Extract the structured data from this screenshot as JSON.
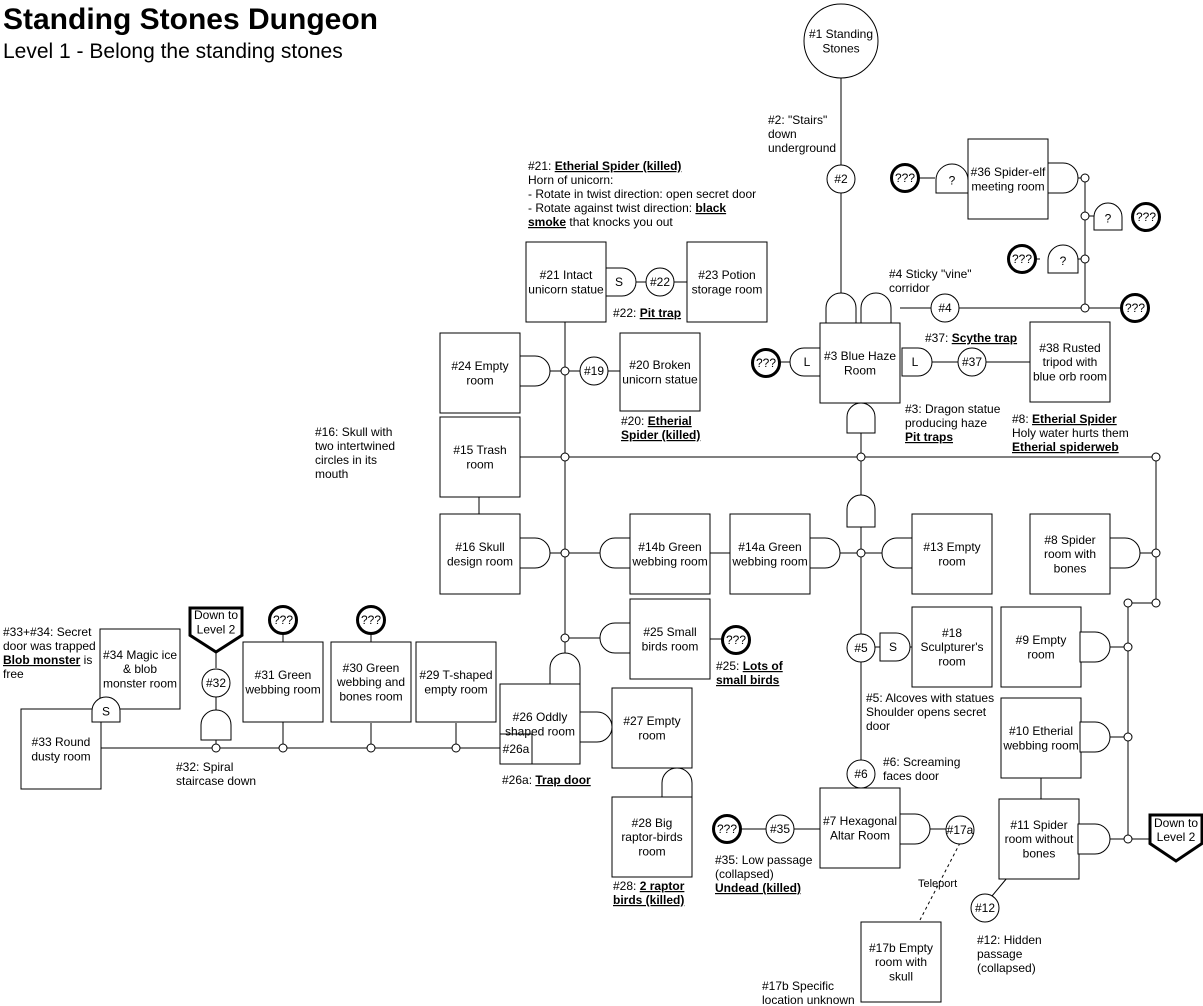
{
  "title": "Standing Stones Dungeon",
  "subtitle": "Level 1 - Belong the standing stones",
  "rooms": [
    {
      "id": "r21",
      "lines": [
        "#21 Intact",
        "unicorn statue"
      ]
    },
    {
      "id": "r23",
      "lines": [
        "#23 Potion",
        "storage room"
      ]
    },
    {
      "id": "r24",
      "lines": [
        "#24 Empty",
        "room"
      ]
    },
    {
      "id": "r20",
      "lines": [
        "#20 Broken",
        "unicorn statue"
      ]
    },
    {
      "id": "r15",
      "lines": [
        "#15 Trash",
        "room"
      ]
    },
    {
      "id": "r16",
      "lines": [
        "#16 Skull",
        "design room"
      ]
    },
    {
      "id": "r14b",
      "lines": [
        "#14b Green",
        "webbing room"
      ]
    },
    {
      "id": "r14a",
      "lines": [
        "#14a Green",
        "webbing room"
      ]
    },
    {
      "id": "r13",
      "lines": [
        "#13 Empty",
        "room"
      ]
    },
    {
      "id": "r25",
      "lines": [
        "#25 Small",
        "birds room"
      ]
    },
    {
      "id": "r3",
      "lines": [
        "#3 Blue Haze",
        "Room"
      ]
    },
    {
      "id": "r36",
      "lines": [
        "#36 Spider-elf",
        "meeting room"
      ]
    },
    {
      "id": "r38",
      "lines": [
        "#38 Rusted",
        "tripod with",
        "blue orb room"
      ]
    },
    {
      "id": "r8",
      "lines": [
        "#8 Spider",
        "room with",
        "bones"
      ]
    },
    {
      "id": "r18",
      "lines": [
        "#18",
        "Sculpturer's",
        "room"
      ]
    },
    {
      "id": "r9",
      "lines": [
        "#9 Empty",
        "room"
      ]
    },
    {
      "id": "r10",
      "lines": [
        "#10 Etherial",
        "webbing room"
      ]
    },
    {
      "id": "r11",
      "lines": [
        "#11 Spider",
        "room without",
        "bones"
      ]
    },
    {
      "id": "r7",
      "lines": [
        "#7 Hexagonal",
        "Altar Room"
      ]
    },
    {
      "id": "r17b",
      "lines": [
        "#17b Empty",
        "room with",
        "skull"
      ]
    },
    {
      "id": "r26",
      "lines": [
        "#26 Oddly",
        "shaped room"
      ]
    },
    {
      "id": "r26a",
      "lines": [
        "#26a"
      ]
    },
    {
      "id": "r27",
      "lines": [
        "#27 Empty",
        "room"
      ]
    },
    {
      "id": "r28",
      "lines": [
        "#28 Big",
        "raptor-birds",
        "room"
      ]
    },
    {
      "id": "r29",
      "lines": [
        "#29 T-shaped",
        "empty room"
      ]
    },
    {
      "id": "r30",
      "lines": [
        "#30 Green",
        "webbing and",
        "bones room"
      ]
    },
    {
      "id": "r31",
      "lines": [
        "#31 Green",
        "webbing room"
      ]
    },
    {
      "id": "r34",
      "lines": [
        "#34 Magic ice",
        "& blob",
        "monster room"
      ]
    },
    {
      "id": "r33",
      "lines": [
        "#33 Round",
        "dusty room"
      ]
    }
  ],
  "circles": [
    {
      "id": "c1",
      "lines": [
        "#1 Standing",
        "Stones"
      ]
    },
    {
      "id": "c2",
      "lines": [
        "#2"
      ]
    },
    {
      "id": "c4",
      "lines": [
        "#4"
      ]
    },
    {
      "id": "c22",
      "lines": [
        "#22"
      ]
    },
    {
      "id": "c19",
      "lines": [
        "#19"
      ]
    },
    {
      "id": "c37",
      "lines": [
        "#37"
      ]
    },
    {
      "id": "c5",
      "lines": [
        "#5"
      ]
    },
    {
      "id": "c6",
      "lines": [
        "#6"
      ]
    },
    {
      "id": "c17a",
      "lines": [
        "#17a"
      ]
    },
    {
      "id": "c35",
      "lines": [
        "#35"
      ]
    },
    {
      "id": "c12",
      "lines": [
        "#12"
      ]
    },
    {
      "id": "c32",
      "lines": [
        "#32"
      ]
    }
  ],
  "unknowns": "???",
  "door_labels": {
    "secret": "S",
    "locked": "L",
    "unknown": "?"
  },
  "pentagons": [
    "Down to Level 2",
    "Down to Level 2"
  ],
  "notes": [
    {
      "id": "n2",
      "lines": [
        [
          {
            "t": "#2: \"Stairs\""
          }
        ],
        [
          {
            "t": "down"
          }
        ],
        [
          {
            "t": "underground"
          }
        ]
      ]
    },
    {
      "id": "n21",
      "lines": [
        [
          {
            "t": "#21: "
          },
          {
            "t": "Etherial Spider (killed)",
            "b": 1
          }
        ],
        [
          {
            "t": "Horn of unicorn:"
          }
        ],
        [
          {
            "t": "- Rotate in twist direction: open secret door"
          }
        ],
        [
          {
            "t": "- Rotate against twist direction: "
          },
          {
            "t": "black",
            "b": 1
          }
        ],
        [
          {
            "t": "smoke",
            "b": 1
          },
          {
            "t": " that knocks you out"
          }
        ]
      ]
    },
    {
      "id": "n22",
      "lines": [
        [
          {
            "t": "#22: "
          },
          {
            "t": "Pit trap",
            "b": 1
          }
        ]
      ]
    },
    {
      "id": "n4",
      "lines": [
        [
          {
            "t": "#4 Sticky \"vine\""
          }
        ],
        [
          {
            "t": "corridor"
          }
        ]
      ]
    },
    {
      "id": "n37",
      "lines": [
        [
          {
            "t": "#37: "
          },
          {
            "t": "Scythe trap",
            "b": 1
          }
        ]
      ]
    },
    {
      "id": "n3",
      "lines": [
        [
          {
            "t": "#3: Dragon statue"
          }
        ],
        [
          {
            "t": "producing haze"
          }
        ],
        [
          {
            "t": "Pit traps",
            "b": 1
          }
        ]
      ]
    },
    {
      "id": "n8",
      "lines": [
        [
          {
            "t": "#8: "
          },
          {
            "t": "Etherial Spider",
            "b": 1
          }
        ],
        [
          {
            "t": "Holy water hurts them"
          }
        ],
        [
          {
            "t": "Etherial spiderweb",
            "b": 1
          }
        ]
      ]
    },
    {
      "id": "n20",
      "lines": [
        [
          {
            "t": "#20: "
          },
          {
            "t": "Etherial",
            "b": 1
          }
        ],
        [
          {
            "t": "Spider (killed)",
            "b": 1
          }
        ]
      ]
    },
    {
      "id": "n16",
      "lines": [
        [
          {
            "t": "#16: Skull with"
          }
        ],
        [
          {
            "t": "two intertwined"
          }
        ],
        [
          {
            "t": "circles in its"
          }
        ],
        [
          {
            "t": "mouth"
          }
        ]
      ]
    },
    {
      "id": "n25",
      "lines": [
        [
          {
            "t": "#25: "
          },
          {
            "t": "Lots of",
            "b": 1
          }
        ],
        [
          {
            "t": "small birds",
            "b": 1
          }
        ]
      ]
    },
    {
      "id": "n5",
      "lines": [
        [
          {
            "t": "#5: Alcoves with statues"
          }
        ],
        [
          {
            "t": "Shoulder opens secret"
          }
        ],
        [
          {
            "t": "door"
          }
        ]
      ]
    },
    {
      "id": "n6",
      "lines": [
        [
          {
            "t": "#6: Screaming"
          }
        ],
        [
          {
            "t": "faces door"
          }
        ]
      ]
    },
    {
      "id": "n35",
      "lines": [
        [
          {
            "t": "#35: Low passage"
          }
        ],
        [
          {
            "t": "(collapsed)"
          }
        ],
        [
          {
            "t": "Undead (killed)",
            "b": 1
          }
        ]
      ]
    },
    {
      "id": "n28",
      "lines": [
        [
          {
            "t": "#28: "
          },
          {
            "t": "2 raptor",
            "b": 1
          }
        ],
        [
          {
            "t": "birds (killed)",
            "b": 1
          }
        ]
      ]
    },
    {
      "id": "n26a",
      "lines": [
        [
          {
            "t": "#26a: "
          },
          {
            "t": "Trap door",
            "b": 1
          }
        ]
      ]
    },
    {
      "id": "n32",
      "lines": [
        [
          {
            "t": "#32: Spiral"
          }
        ],
        [
          {
            "t": "staircase down"
          }
        ]
      ]
    },
    {
      "id": "n33",
      "lines": [
        [
          {
            "t": "#33+#34: Secret"
          }
        ],
        [
          {
            "t": "door was trapped"
          }
        ],
        [
          {
            "t": "Blob monster",
            "b": 1
          },
          {
            "t": " is"
          }
        ],
        [
          {
            "t": "free"
          }
        ]
      ]
    },
    {
      "id": "n12",
      "lines": [
        [
          {
            "t": "#12: Hidden"
          }
        ],
        [
          {
            "t": "passage"
          }
        ],
        [
          {
            "t": "(collapsed)"
          }
        ]
      ]
    },
    {
      "id": "n17b",
      "lines": [
        [
          {
            "t": "#17b Specific"
          }
        ],
        [
          {
            "t": "location unknown"
          }
        ]
      ]
    },
    {
      "id": "nTele",
      "lines": [
        [
          {
            "t": "Teleport"
          }
        ]
      ]
    }
  ]
}
